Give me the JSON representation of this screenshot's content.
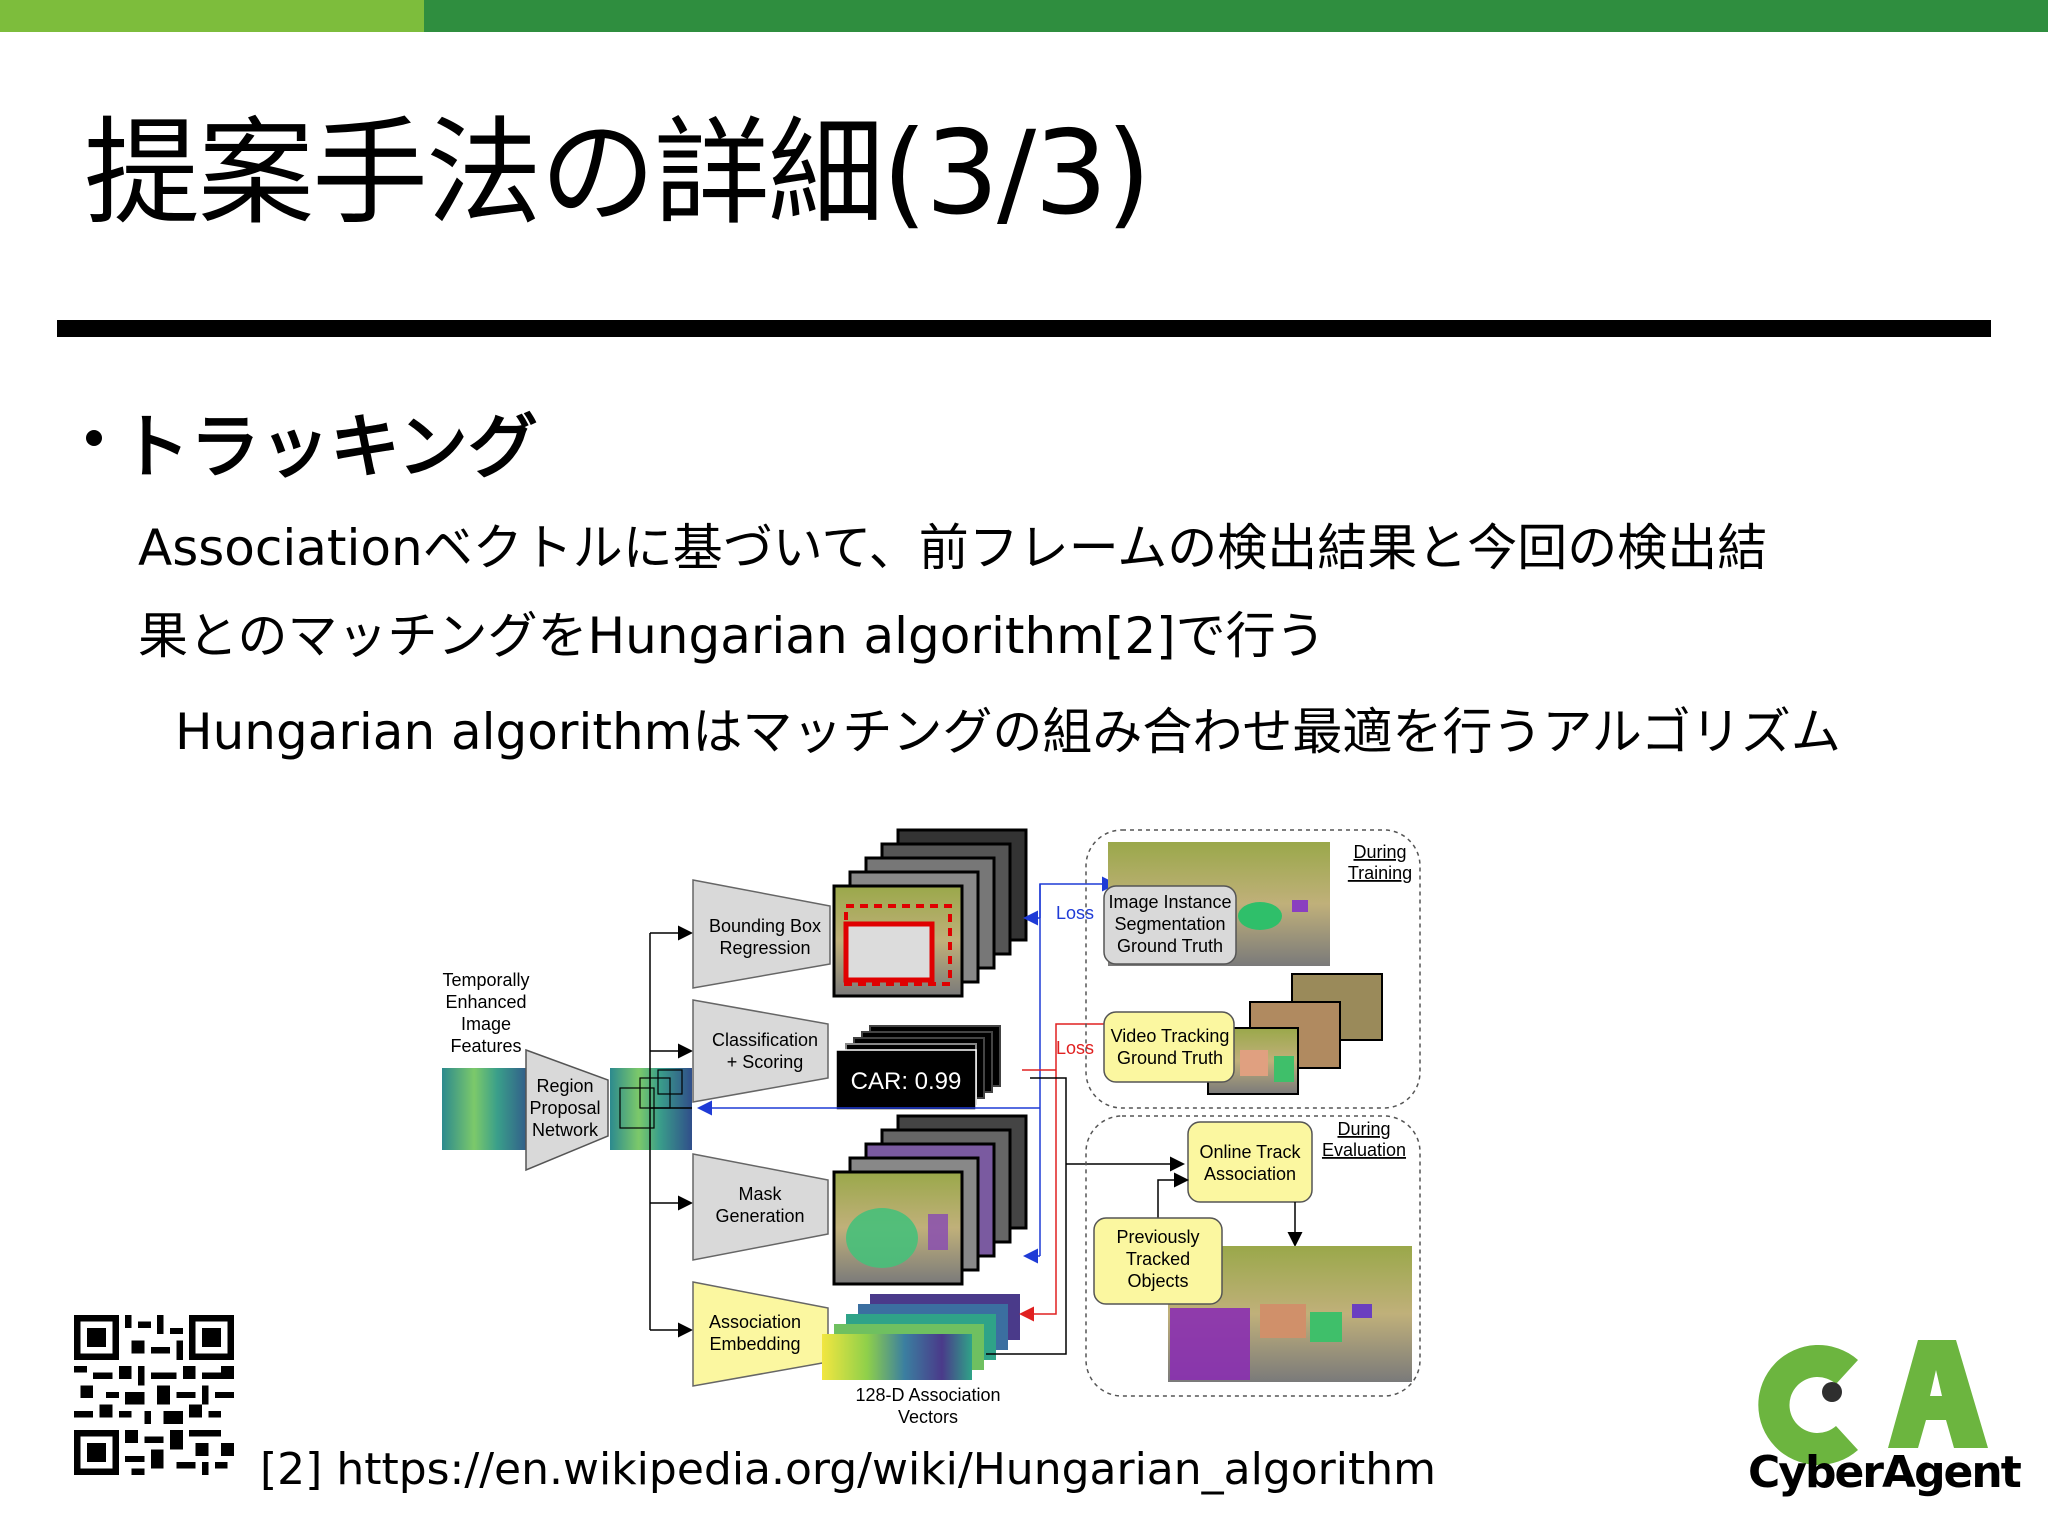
{
  "slide": {
    "title": "提案手法の詳細(3/3)",
    "heading": "トラッキング",
    "paragraph_line1": "Associationベクトルに基づいて、前フレームの検出結果と今回の検出結",
    "paragraph_line2": "果とのマッチングをHungarian algorithm[2]で行う",
    "sub_line": "Hungarian algorithmはマッチングの組み合わせ最適を行うアルゴリズム",
    "reference": "[2] https://en.wikipedia.org/wiki/Hungarian_algorithm",
    "logo_text": "CyberAgent"
  },
  "colors": {
    "top_bar_light": "#7dbd3c",
    "top_bar_dark": "#2f8e3f",
    "logo_green": "#6cb53f",
    "loss_blue": "#1f3bd6",
    "loss_red": "#e02020",
    "highlight_yellow": "#fbf7a0",
    "box_gray": "#d9d9d9"
  },
  "diagram": {
    "input_label": [
      "Temporally",
      "Enhanced",
      "Image",
      "Features"
    ],
    "rpn_label": [
      "Region",
      "Proposal",
      "Network"
    ],
    "heads": [
      {
        "lines": [
          "Bounding Box",
          "Regression"
        ]
      },
      {
        "lines": [
          "Classification",
          "+ Scoring"
        ]
      },
      {
        "lines": [
          "Mask",
          "Generation"
        ]
      },
      {
        "lines": [
          "Association",
          "Embedding"
        ]
      }
    ],
    "score_text": "CAR: 0.99",
    "vectors_label": [
      "128-D Association",
      "Vectors"
    ],
    "loss_label": "Loss",
    "during_training": [
      "During",
      "Training"
    ],
    "during_evaluation": [
      "During",
      "Evaluation"
    ],
    "seg_gt": [
      "Image Instance",
      "Segmentation",
      "Ground Truth"
    ],
    "track_gt": [
      "Video Tracking",
      "Ground Truth"
    ],
    "online_assoc": [
      "Online Track",
      "Association"
    ],
    "prev_tracked": [
      "Previously",
      "Tracked",
      "Objects"
    ]
  }
}
